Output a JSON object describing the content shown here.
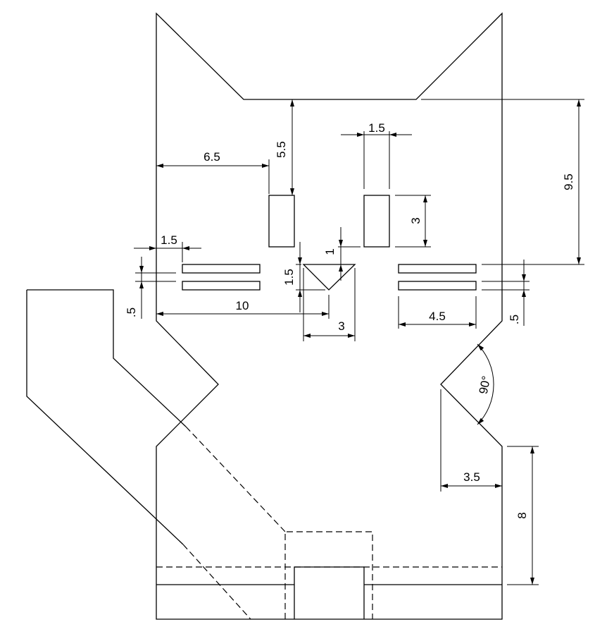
{
  "drawing": {
    "dimensions": {
      "eye_height": "3",
      "eye_width": "1.5",
      "eye_from_left": "6.5",
      "eye_from_top": "5.5",
      "top_to_whiskers": "9.5",
      "whisker_offset": "1.5",
      "whisker_thickness": ".5",
      "whisker_gap_left": ".5",
      "whisker_gap_right": ".5",
      "whisker_length": "4.5",
      "nose_width": "3",
      "nose_height": "1.5",
      "nose_gap": "1",
      "nose_from_left": "10",
      "notch_depth": "3.5",
      "notch_angle": "90°",
      "base_height": "8"
    }
  }
}
